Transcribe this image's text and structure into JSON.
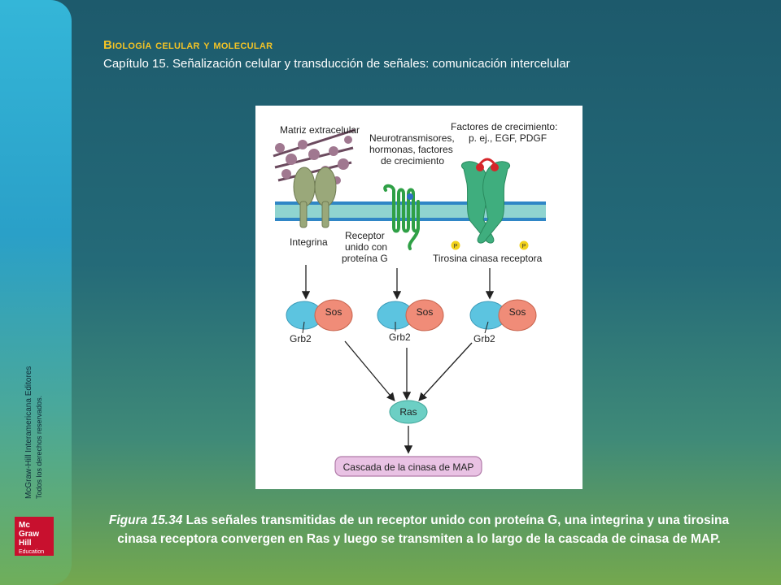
{
  "slide": {
    "title": "Biología celular y molecular",
    "subtitle": "Capítulo 15. Señalización celular y transducción de señales: comunicación intercelular"
  },
  "sidebar": {
    "publisher_line1": "McGraw-Hill Interamericana Editores",
    "publisher_line2": "Todos los derechos reservados.",
    "logo_lines": [
      "Mc",
      "Graw",
      "Hill",
      "Education"
    ]
  },
  "figure": {
    "labels": {
      "ecm": "Matriz extracelular",
      "neuro_1": "Neurotransmisores,",
      "neuro_2": "hormonas, factores",
      "neuro_3": "de crecimiento",
      "growth_1": "Factores de crecimiento:",
      "growth_2": "p. ej., EGF, PDGF",
      "integrin": "Integrina",
      "gpcr_1": "Receptor",
      "gpcr_2": "unido con",
      "gpcr_3": "proteína G",
      "rtk": "Tirosina cinasa receptora",
      "phospho": "P",
      "sos": "Sos",
      "grb2": "Grb2",
      "ras": "Ras",
      "cascade": "Cascada de la cinasa de MAP"
    },
    "colors": {
      "membrane_blue": "#2f86c6",
      "membrane_teal": "#8fd4d0",
      "integrin": "#9aa87a",
      "rtk_green": "#3fae7e",
      "gpcr_green": "#2fa046",
      "ligand_red": "#d6262a",
      "phospho_yellow": "#f2d21c",
      "grb2_blue": "#5cc4e0",
      "sos_salmon": "#f08c78",
      "ras_teal": "#6ccfc4",
      "cascade_pink": "#e9c2e4"
    }
  },
  "caption": {
    "figure_ref": "Figura 15.34",
    "text": " Las señales transmitidas de un receptor unido con proteína G, una integrina y una tirosina cinasa receptora convergen en Ras y luego se transmiten a lo largo de la cascada de cinasa de MAP."
  }
}
